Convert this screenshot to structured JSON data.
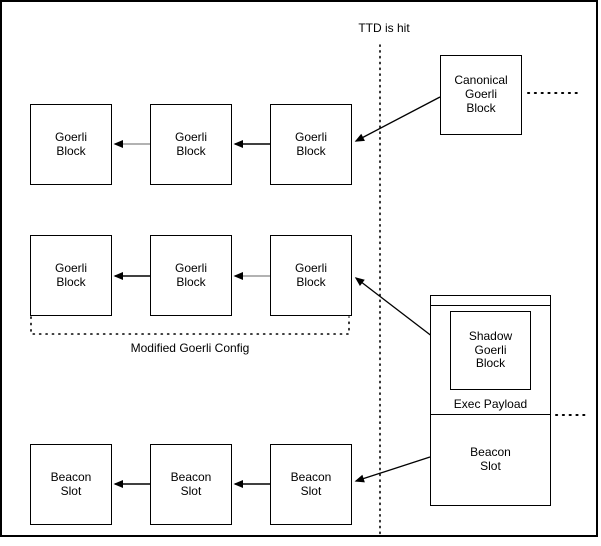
{
  "colors": {
    "stroke": "#000000",
    "arrow_gray": "#999999",
    "background": "#ffffff"
  },
  "ttd": {
    "label": "TTD is hit"
  },
  "canonical_block": {
    "label": "Canonical\nGoerli\nBlock"
  },
  "goerli_chain_top": {
    "blocks": [
      {
        "label": "Goerli\nBlock"
      },
      {
        "label": "Goerli\nBlock"
      },
      {
        "label": "Goerli\nBlock"
      }
    ]
  },
  "goerli_chain_modified": {
    "caption": "Modified Goerli Config",
    "blocks": [
      {
        "label": "Goerli\nBlock"
      },
      {
        "label": "Goerli\nBlock"
      },
      {
        "label": "Goerli\nBlock"
      }
    ]
  },
  "beacon_chain": {
    "slots": [
      {
        "label": "Beacon\nSlot"
      },
      {
        "label": "Beacon\nSlot"
      },
      {
        "label": "Beacon\nSlot"
      }
    ]
  },
  "payload_stack": {
    "shadow_block_label": "Shadow\nGoerli\nBlock",
    "exec_label": "Exec Payload",
    "beacon_label": "Beacon\nSlot"
  }
}
